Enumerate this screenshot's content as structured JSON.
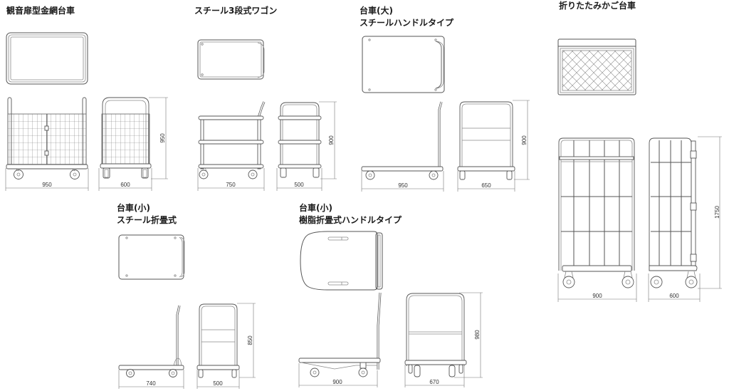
{
  "products": [
    {
      "id": "kannon-mesh",
      "title_lines": [
        "観音扉型金網台車"
      ],
      "dimensions": {
        "width_front": "950",
        "width_side": "600",
        "height": "950"
      }
    },
    {
      "id": "steel-3tier-wagon",
      "title_lines": [
        "スチール3段式ワゴン"
      ],
      "dimensions": {
        "width_front": "750",
        "width_side": "500",
        "height": "900"
      }
    },
    {
      "id": "large-steel-handle",
      "title_lines": [
        "台車(大)",
        "スチールハンドルタイプ"
      ],
      "dimensions": {
        "width_front": "950",
        "width_side": "650",
        "height": "900"
      }
    },
    {
      "id": "folding-cage",
      "title_lines": [
        "折りたたみかご台車"
      ],
      "dimensions": {
        "width_front": "900",
        "width_side": "600",
        "height": "1750"
      }
    },
    {
      "id": "small-steel-folding",
      "title_lines": [
        "台車(小)",
        "スチール折畳式"
      ],
      "dimensions": {
        "width_front": "740",
        "width_side": "500",
        "height": "850"
      }
    },
    {
      "id": "small-resin-folding-handle",
      "title_lines": [
        "台車(小)",
        "樹脂折畳式ハンドルタイプ"
      ],
      "dimensions": {
        "width_front": "900",
        "width_side": "670",
        "height": "980"
      }
    }
  ],
  "colors": {
    "line": "#555555",
    "background": "#ffffff"
  }
}
